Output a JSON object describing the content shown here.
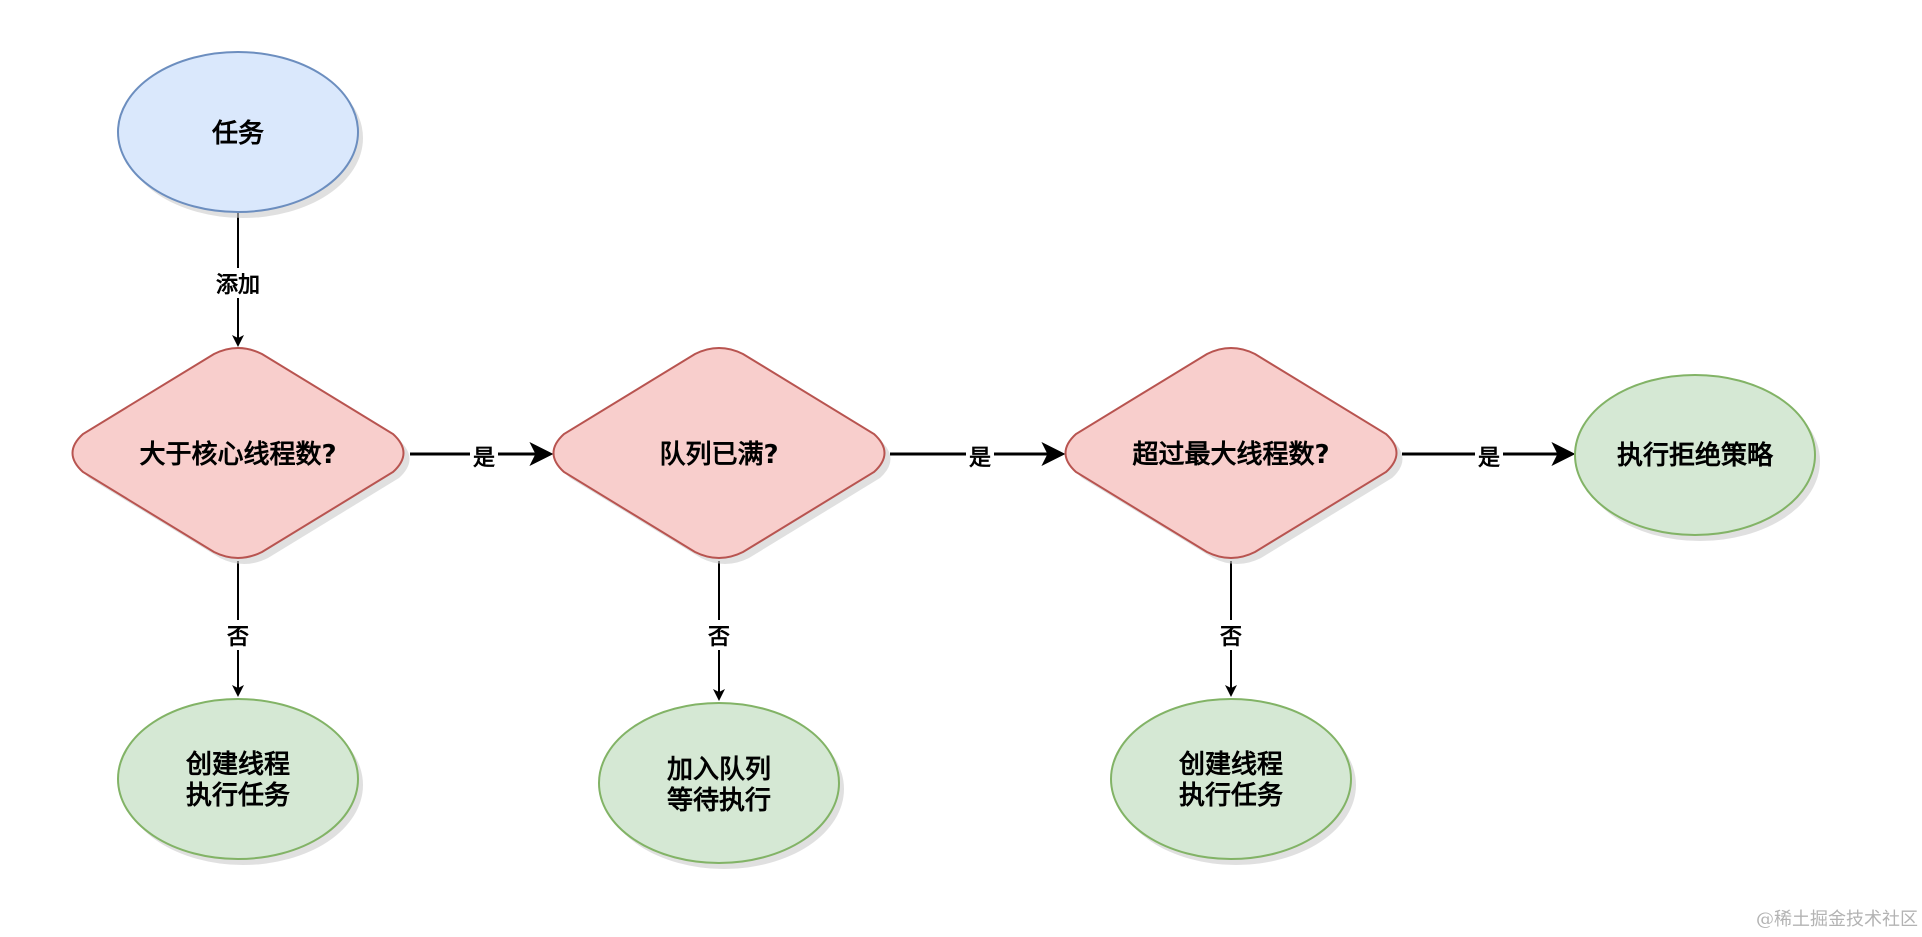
{
  "nodes": {
    "task": {
      "lines": [
        "任务"
      ]
    },
    "decision_core": {
      "lines": [
        "大于核心线程数?"
      ]
    },
    "decision_queue": {
      "lines": [
        "队列已满?"
      ]
    },
    "decision_max": {
      "lines": [
        "超过最大线程数?"
      ]
    },
    "reject": {
      "lines": [
        "执行拒绝策略"
      ]
    },
    "create_thread_1": {
      "lines": [
        "创建线程",
        "执行任务"
      ]
    },
    "enqueue": {
      "lines": [
        "加入队列",
        "等待执行"
      ]
    },
    "create_thread_2": {
      "lines": [
        "创建线程",
        "执行任务"
      ]
    }
  },
  "edges": {
    "add": "添加",
    "core_yes": "是",
    "queue_yes": "是",
    "max_yes": "是",
    "core_no": "否",
    "queue_no": "否",
    "max_no": "否"
  },
  "colors": {
    "blue_fill": "#dae8fc",
    "blue_stroke": "#6c8ebf",
    "red_fill": "#f8cecc",
    "red_stroke": "#b85450",
    "green_fill": "#d5e8d4",
    "green_stroke": "#82b366",
    "edge": "#000000",
    "shadow": "#c8c8c8"
  },
  "watermark": "@稀土掘金技术社区"
}
